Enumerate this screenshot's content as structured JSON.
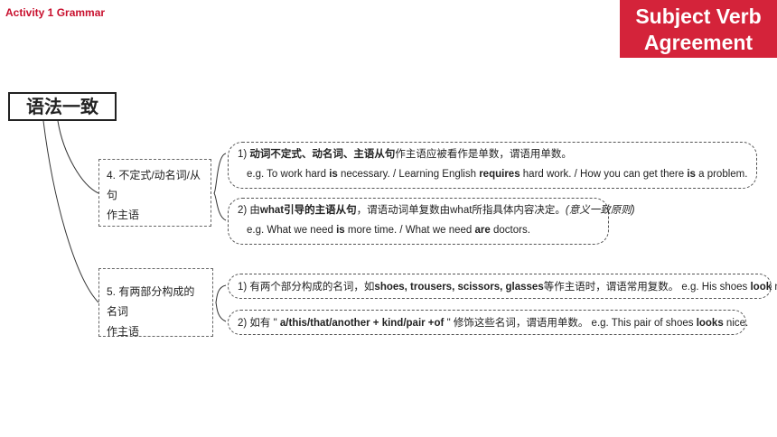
{
  "header": {
    "activity_label": "Activity 1 Grammar",
    "title_line1": "Subject Verb",
    "title_line2": "Agreement",
    "accent_color": "#d4233a"
  },
  "root_node": {
    "label": "语法一致"
  },
  "categories": [
    {
      "line1": "4. 不定式/动名词/从句",
      "line2": "作主语",
      "rules": [
        {
          "lead": "1) ",
          "bold": "动词不定式、动名词、主语从句",
          "rest": "作主语应被看作是单数，谓语用单数。",
          "example": [
            {
              "t": "e.g. To work hard "
            },
            {
              "b": "is"
            },
            {
              "t": " necessary.  / Learning English "
            },
            {
              "b": "requires"
            },
            {
              "t": " hard work. / How you can get there "
            },
            {
              "b": "is"
            },
            {
              "t": " a problem."
            }
          ]
        },
        {
          "lead": "2) 由",
          "bold": "what引导的主语从句",
          "rest": "，谓语动词单复数由what所指具体内容决定。",
          "note": "(意义一致原则)",
          "example": [
            {
              "t": "e.g. What we need "
            },
            {
              "b": "is"
            },
            {
              "t": " more time.    /    What we need "
            },
            {
              "b": "are"
            },
            {
              "t": " doctors."
            }
          ]
        }
      ]
    },
    {
      "line1": "5. 有两部分构成的名词",
      "line2": "作主语",
      "rules": [
        {
          "segments": [
            {
              "t": "1)  有两个部分构成的名词，如"
            },
            {
              "b": "shoes, trousers, scissors, glasses"
            },
            {
              "t": "等作主语时，谓语常用复数。 e.g. His shoes "
            },
            {
              "b": "look"
            },
            {
              "t": " nice."
            }
          ]
        },
        {
          "segments": [
            {
              "t": "2)  如有 \" "
            },
            {
              "b": "a/this/that/another + kind/pair +of"
            },
            {
              "t": " \" 修饰这些名词，谓语用单数。 e.g. This pair of shoes "
            },
            {
              "b": "looks"
            },
            {
              "t": " nice."
            }
          ]
        }
      ]
    }
  ]
}
